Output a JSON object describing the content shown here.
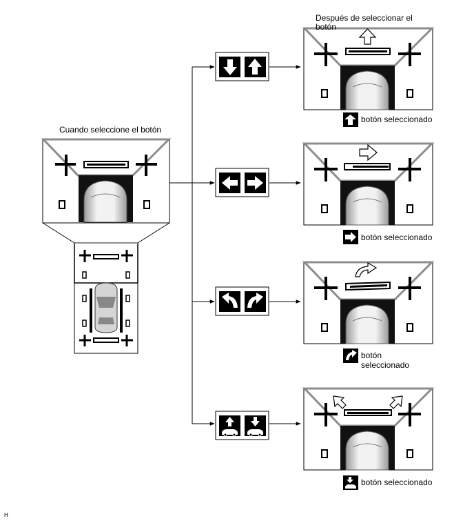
{
  "labels": {
    "intro": "Cuando seleccione el botón",
    "after": "Después de seleccionar el botón",
    "selected": "botón seleccionado",
    "selected_word1": "botón",
    "selected_word2": "seleccionado",
    "footer": "H"
  },
  "buttons": [
    {
      "name": "up-down-buttons",
      "icons": [
        "arrow-down-icon",
        "arrow-up-icon"
      ]
    },
    {
      "name": "left-right-buttons",
      "icons": [
        "arrow-left-icon",
        "arrow-right-icon"
      ]
    },
    {
      "name": "rotate-buttons",
      "icons": [
        "rotate-left-icon",
        "rotate-right-icon"
      ]
    },
    {
      "name": "car-position-buttons",
      "icons": [
        "car-up-icon",
        "car-down-icon"
      ]
    }
  ],
  "colors": {
    "line": "#000000",
    "frame": "#8c8c8c",
    "light": "#d9d9d9"
  }
}
